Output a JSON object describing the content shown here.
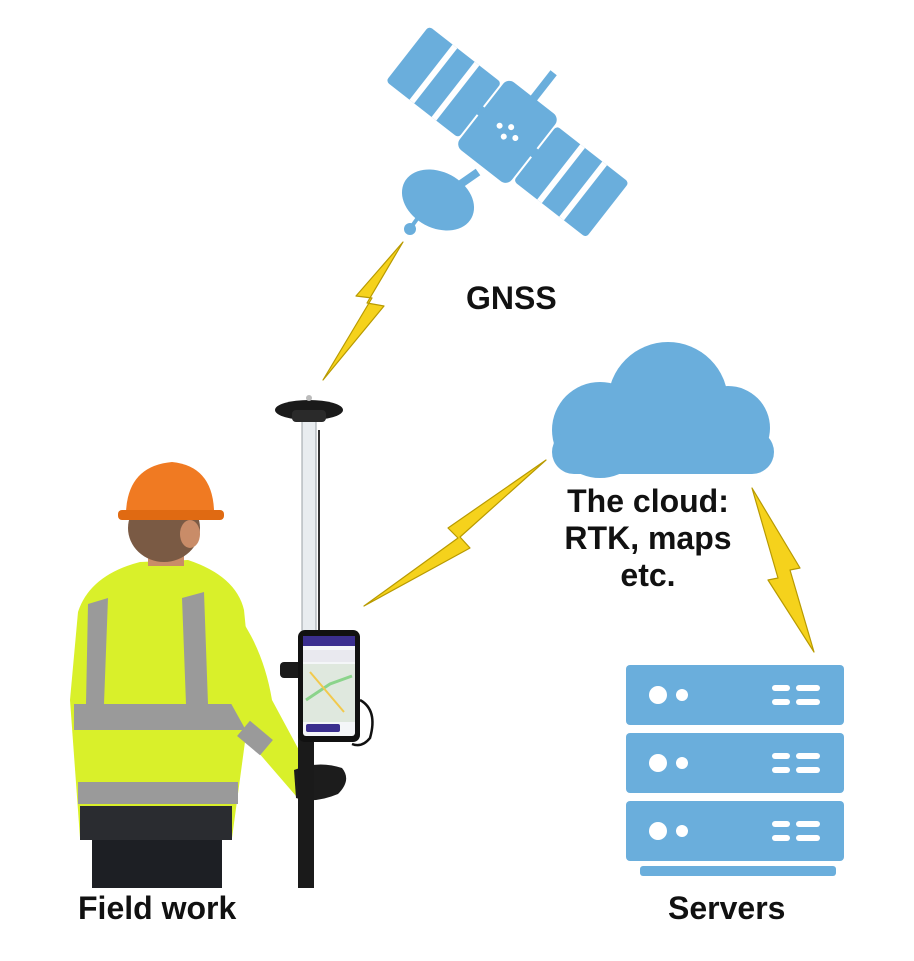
{
  "labels": {
    "gnss": "GNSS",
    "cloud_lines": [
      "The cloud:",
      "RTK, maps",
      "etc."
    ],
    "field_work": "Field work",
    "servers": "Servers"
  },
  "colors": {
    "icon_blue": "#6aaedc",
    "icon_white": "#ffffff",
    "lightning": "#f5d21c",
    "lightning_outline": "#b89a00",
    "vest": "#d9f02a",
    "reflective": "#9a9a9a",
    "helmet": "#f07a22",
    "pole": "#1a1a1a"
  },
  "icons": [
    "satellite-icon",
    "cloud-icon",
    "server-rack-icon",
    "lightning-icon"
  ]
}
